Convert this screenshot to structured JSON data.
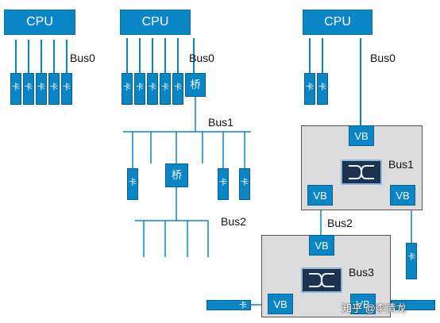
{
  "diagram": {
    "cpu_label": "CPU",
    "card_glyph": "卡",
    "bridge_label": "桥",
    "vb_label": "VB",
    "bus0": "Bus0",
    "bus1": "Bus1",
    "bus2": "Bus2",
    "bus3": "Bus3",
    "edge_card_glyph": "卡",
    "watermark": "知乎 @李清龙"
  },
  "colors": {
    "block_blue": "#0a86c6",
    "panel_gray": "#dcdcdc",
    "switch_dark": "#1c3350"
  }
}
